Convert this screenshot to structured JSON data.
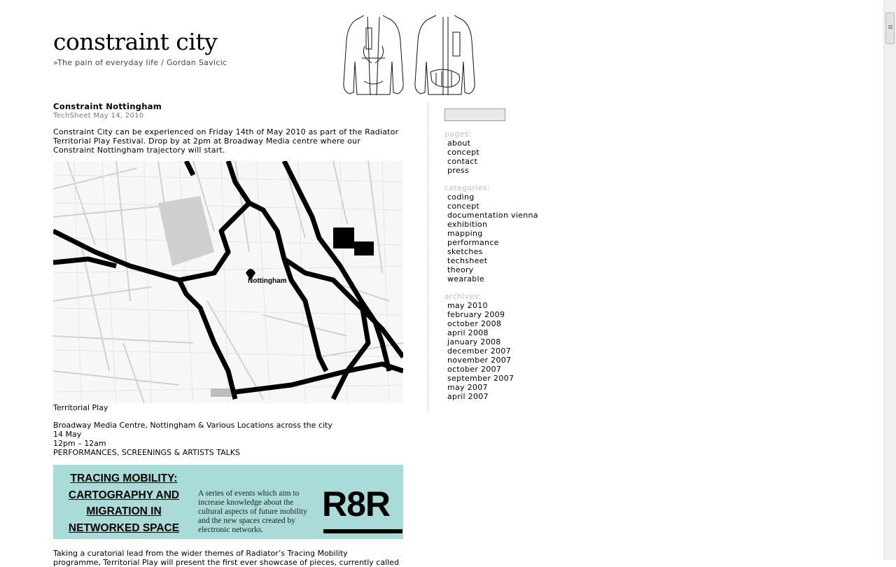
{
  "site": {
    "title": "constraint city",
    "tagline": "»The pain of everyday life / Gordan Savicic"
  },
  "post": {
    "title": "Constraint Nottingham",
    "meta": "TechSheet May 14, 2010",
    "intro": "Constraint City can be experienced on Friday 14th of May 2010 as part of the Radiator Territorial Play Festival. Drop by at 2pm at Broadway Media centre where our Constraint Nottingham trajectory will start.",
    "map_caption": "Territorial Play",
    "event_venue": "Broadway Media Centre, Nottingham & Various Locations across the city",
    "event_date": "14 May",
    "event_time": "12pm – 12am",
    "event_program": "PERFORMANCES, SCREENINGS & ARTISTS TALKS",
    "continue_line1": "Taking a curatorial lead from the wider themes of Radiator’s Tracing Mobility",
    "continue_line2": "programme, Territorial Play will present the first ever showcase of pieces, currently called"
  },
  "map": {
    "city_label": "Nottingham"
  },
  "banner": {
    "title_line1": "TRACING MOBILITY:",
    "title_line2": "CARTOGRAPHY AND",
    "title_line3": "MIGRATION IN",
    "title_line4": "NETWORKED SPACE",
    "description": "A series of events which aim to increase knowledge about the cultural aspects of future mobility and the new spaces created by electronic networks.",
    "logo": "R8R",
    "bg_color": "#a9dcd8"
  },
  "sidebar": {
    "search_placeholder": "",
    "pages_heading": "pages:",
    "pages": [
      "about",
      "concept",
      "contact",
      "press"
    ],
    "categories_heading": "categories:",
    "categories": [
      "coding",
      "concept",
      "documentation vienna",
      "exhibition",
      "mapping",
      "performance",
      "sketches",
      "techsheet",
      "theory",
      "wearable"
    ],
    "archives_heading": "archives:",
    "archives": [
      "may 2010",
      "february 2009",
      "october 2008",
      "april 2008",
      "january 2008",
      "december 2007",
      "november 2007",
      "october 2007",
      "september 2007",
      "may 2007",
      "april 2007"
    ]
  }
}
